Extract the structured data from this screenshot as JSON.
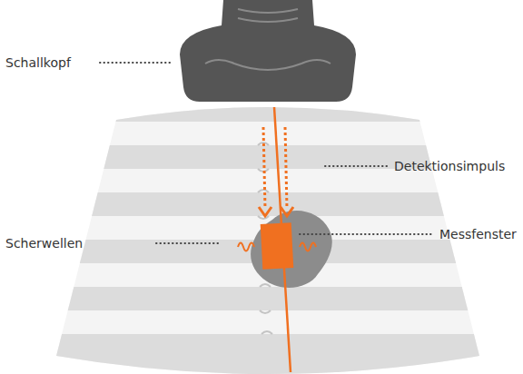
{
  "diagram": {
    "labels": [
      "Schallkopf",
      "Detektionsimpuls",
      "Scherwellen",
      "Messfenster"
    ]
  }
}
